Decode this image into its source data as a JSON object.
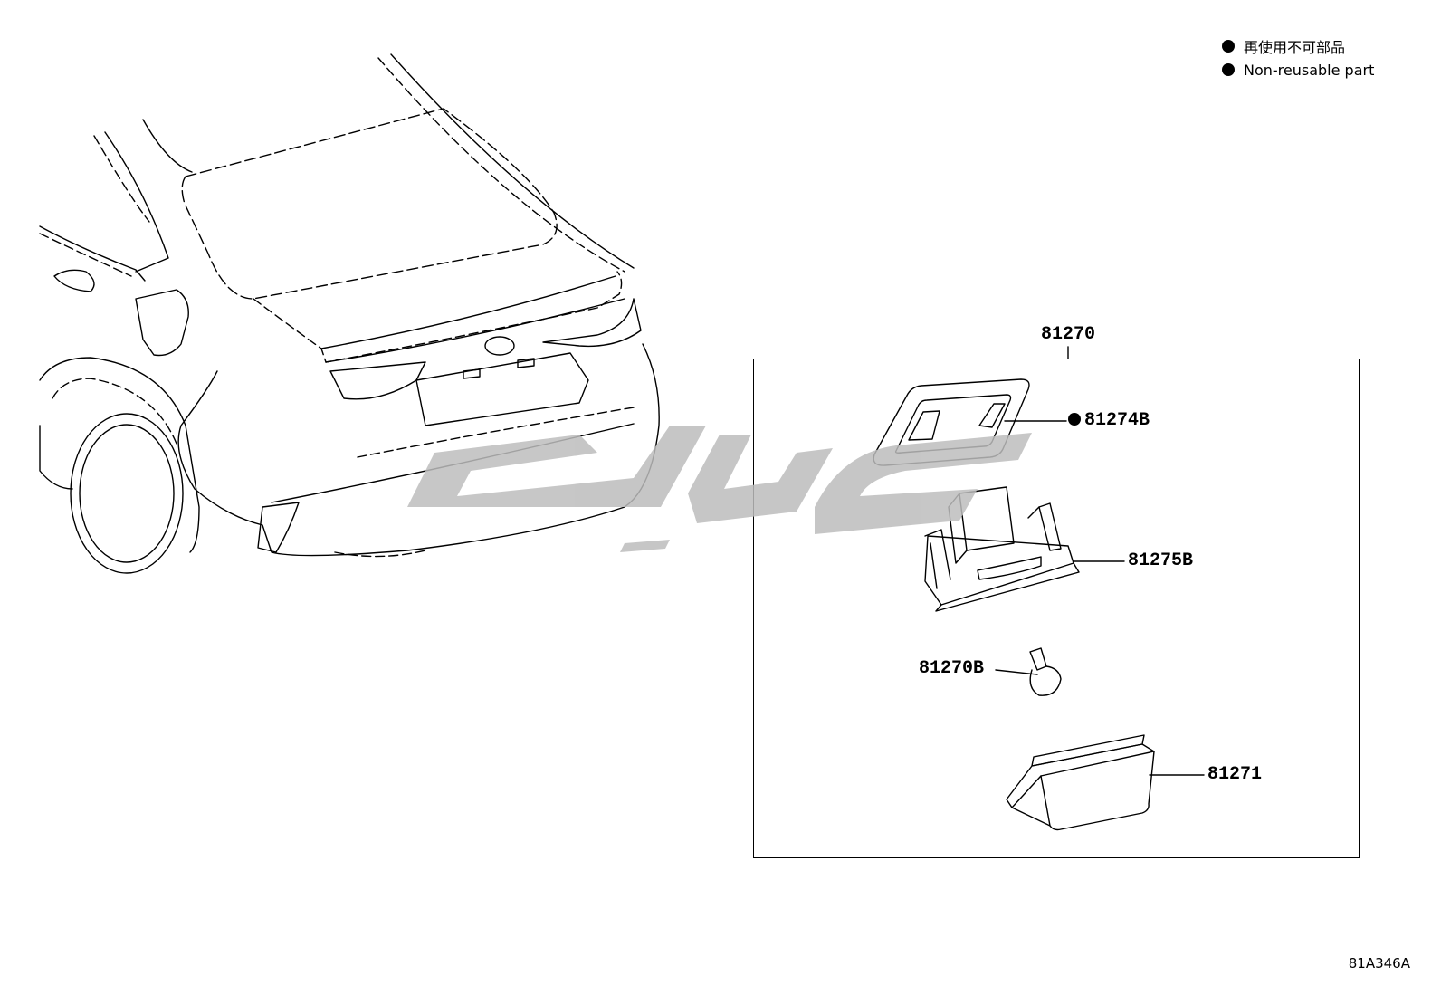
{
  "legend": {
    "non_reusable_jp": "再使用不可部品",
    "non_reusable_en": "Non-reusable part"
  },
  "assembly": {
    "number": "81270",
    "parts": [
      {
        "number": "81274B",
        "non_reusable": true
      },
      {
        "number": "81275B",
        "non_reusable": false
      },
      {
        "number": "81270B",
        "non_reusable": false
      },
      {
        "number": "81271",
        "non_reusable": false
      }
    ]
  },
  "diagram_code": "81A346A",
  "watermark_color": "#bdbdbd"
}
